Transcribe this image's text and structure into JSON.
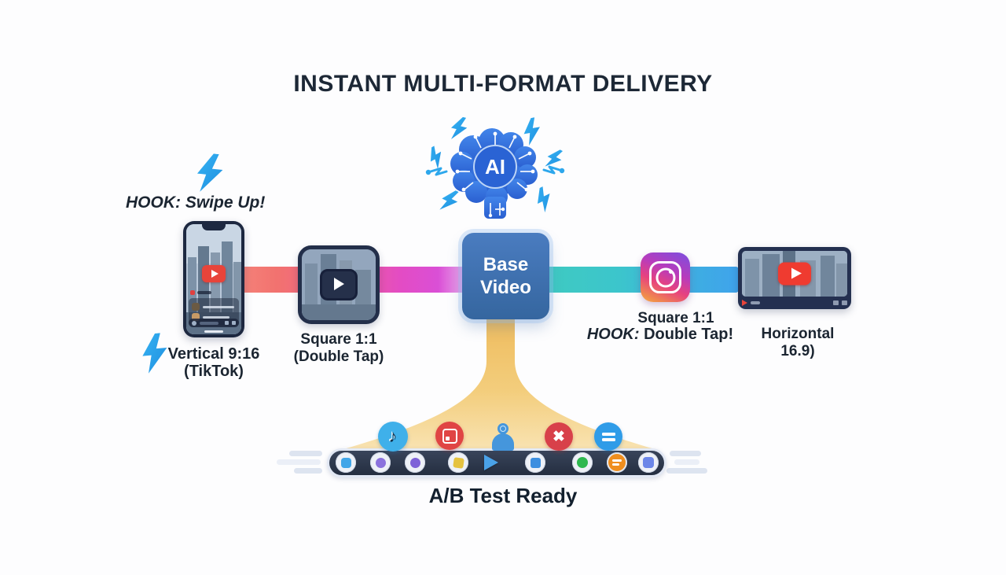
{
  "title": "INSTANT MULTI-FORMAT DELIVERY",
  "ai_hub": {
    "label": "AI"
  },
  "base_video": {
    "line1": "Base",
    "line2": "Video"
  },
  "vertical_format": {
    "hook": "HOOK: Swipe Up!",
    "name_line1": "Vertical 9:16",
    "name_line2": "(TikTok)"
  },
  "square_format": {
    "name_line1": "Square 1:1",
    "name_line2": "(Double Tap)"
  },
  "instagram_format": {
    "name": "Square 1:1",
    "hook_prefix": "HOOK:",
    "hook_text": " Double Tap!"
  },
  "horizontal_format": {
    "name": "Horizontal 16.9)"
  },
  "footer": {
    "label": "A/B Test Ready"
  },
  "icons": {
    "ai_brain": "ai-circuit-brain",
    "lightning": "lightning-bolt",
    "tiktok": "tiktok-note",
    "red_camera": "camera-app",
    "person_camera": "videographer",
    "x_mark": "x-mark",
    "subtitles": "subtitles",
    "youtube_play": "youtube-play",
    "instagram": "instagram-camera",
    "tiktok_glyph": "♪",
    "x_glyph": "✖"
  },
  "colors": {
    "title_text": "#1d2836",
    "base_video_blue": "#3a6fb0",
    "ribbon_salmon": "#f2726f",
    "ribbon_magenta": "#da4fd6",
    "ribbon_teal": "#3cc9c1",
    "ribbon_blue": "#3fa3ec",
    "funnel_amber": "#f0c268",
    "brain_blue": "#2f6fd8",
    "bolt_blue": "#2da7ec",
    "youtube_red": "#ef3b30",
    "instagram_gradient": "#7a4fe0→#f4b04e",
    "bar_navy": "#2b3547"
  }
}
